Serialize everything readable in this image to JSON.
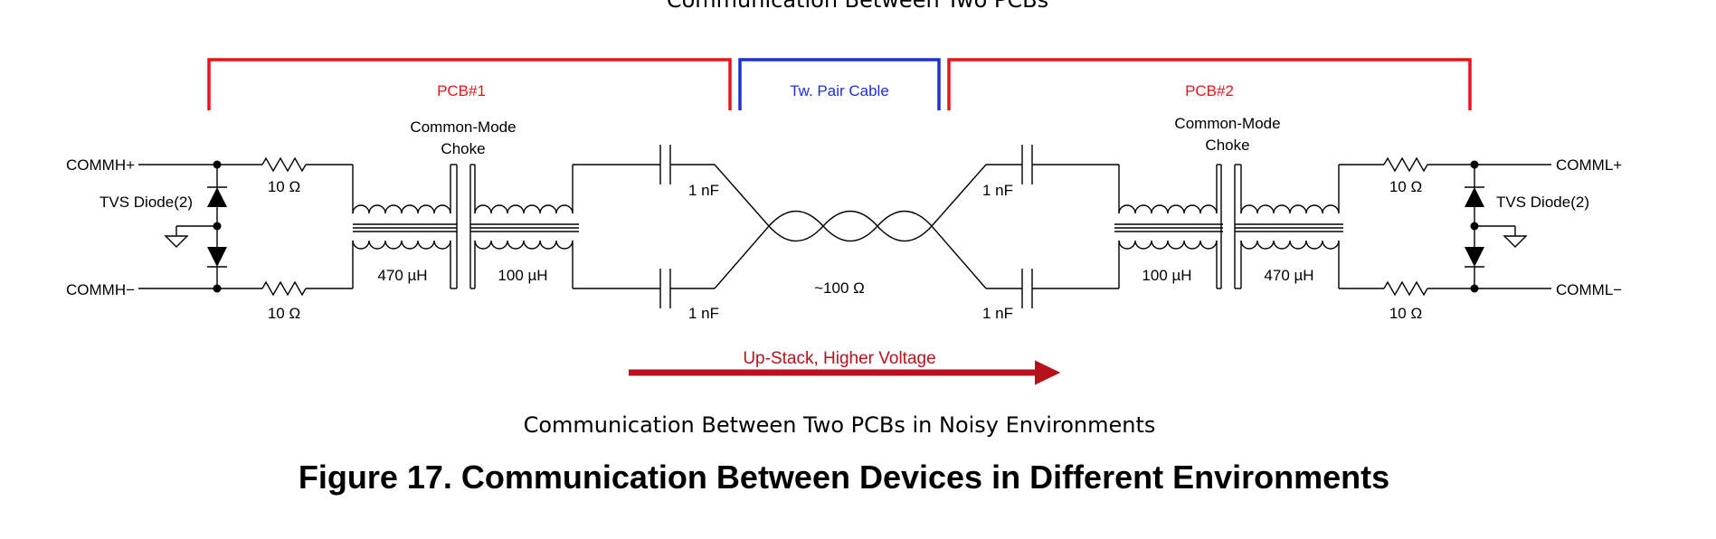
{
  "top_cut_title": "Communication Between Two PCBs",
  "brackets": {
    "pcb1": "PCB#1",
    "cable": "Tw. Pair Cable",
    "pcb2": "PCB#2"
  },
  "left": {
    "comm_plus": "COMMH+",
    "comm_minus": "COMMH−",
    "tvs": "TVS Diode(2)",
    "r_top": "10 Ω",
    "r_bot": "10 Ω",
    "choke_line1": "Common-Mode",
    "choke_line2": "Choke",
    "ind_a": "470 µH",
    "ind_b": "100 µH",
    "cap_top": "1 nF",
    "cap_bot": "1 nF"
  },
  "cable": {
    "impedance": "~100 Ω"
  },
  "right": {
    "comm_plus": "COMML+",
    "comm_minus": "COMML−",
    "tvs": "TVS Diode(2)",
    "r_top": "10 Ω",
    "r_bot": "10 Ω",
    "choke_line1": "Common-Mode",
    "choke_line2": "Choke",
    "ind_a": "100 µH",
    "ind_b": "470 µH",
    "cap_top": "1 nF",
    "cap_bot": "1 nF"
  },
  "arrow_label": "Up-Stack, Higher Voltage",
  "caption": "Communication Between Two PCBs in Noisy Environments",
  "figure_title": "Figure 17. Communication Between Devices in Different Environments",
  "colors": {
    "pcb_bracket": "#e8141b",
    "cable_bracket": "#1e2fd6",
    "arrow": "#b5121b"
  }
}
